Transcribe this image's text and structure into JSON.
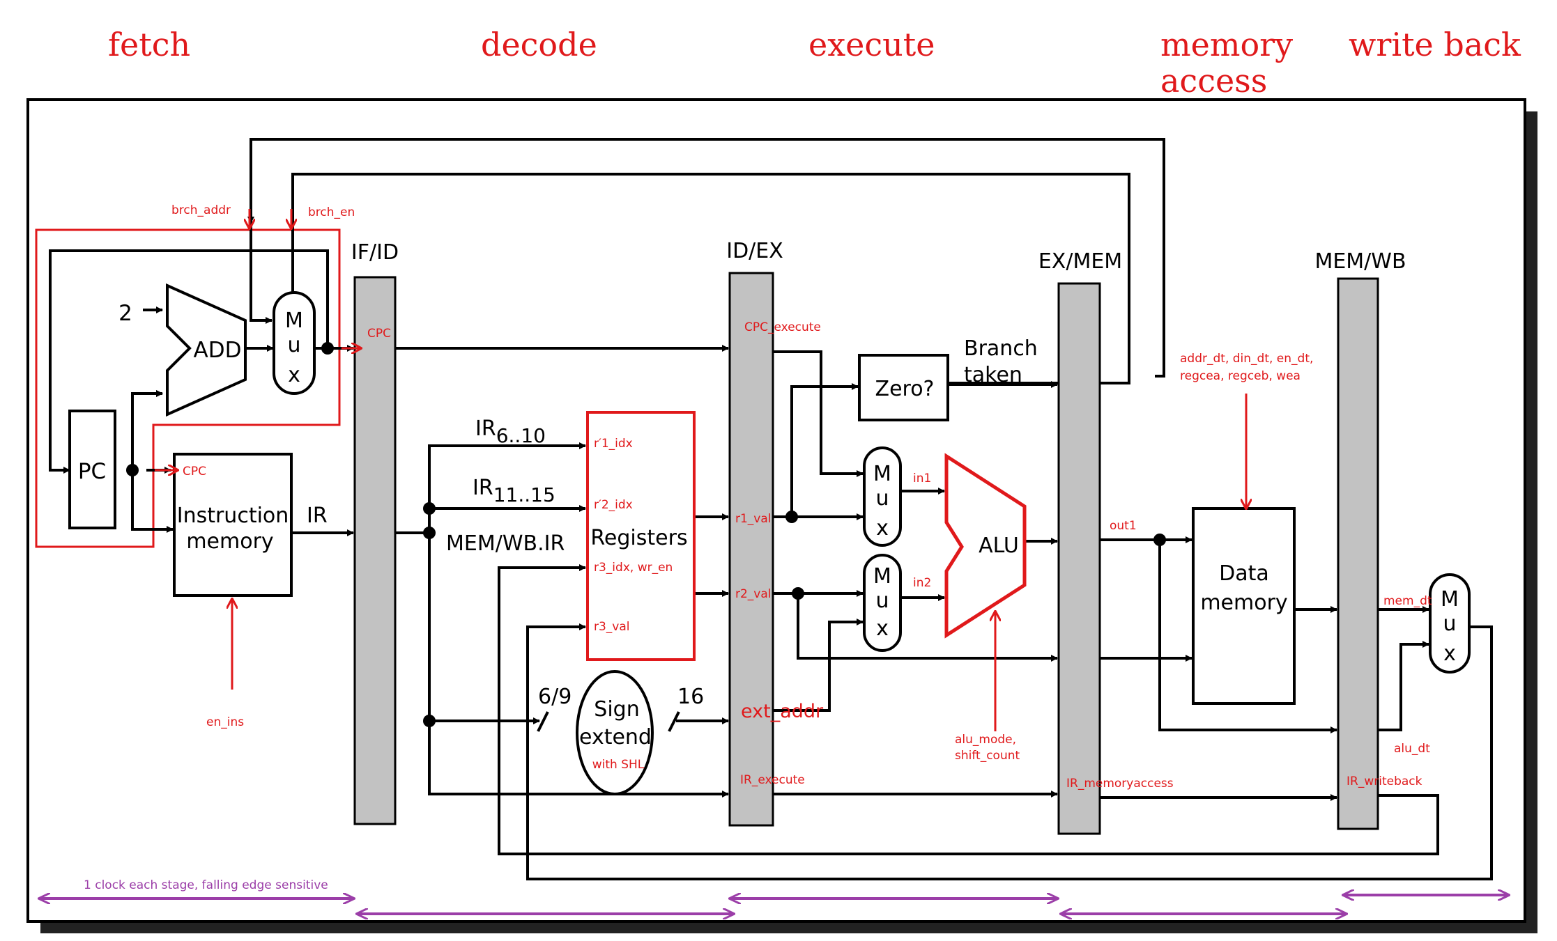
{
  "stages": [
    "fetch",
    "decode",
    "execute",
    "memory",
    "access",
    "write back"
  ],
  "pipeline_registers": [
    "IF/ID",
    "ID/EX",
    "EX/MEM",
    "MEM/WB"
  ],
  "blocks": {
    "add": "ADD",
    "add_input": "2",
    "pc": "PC",
    "mux_letters": [
      "M",
      "u",
      "x"
    ],
    "instr_mem": [
      "Instruction",
      "memory"
    ],
    "registers": "Registers",
    "zero": "Zero?",
    "alu": "ALU",
    "data_mem": [
      "Data",
      "memory"
    ],
    "sign_extend": [
      "Sign",
      "extend"
    ],
    "sign_extend_note": "with SHL"
  },
  "black_labels": {
    "ir": "IR",
    "ir_6_10": "IR",
    "ir_6_10_sub": "6..10",
    "ir_11_15": "IR",
    "ir_11_15_sub": "11..15",
    "memwb_ir": "MEM/WB.IR",
    "branch_taken": [
      "Branch",
      "taken"
    ],
    "width_in": "6/9",
    "width_out": "16"
  },
  "red_labels": {
    "brch_addr": "brch_addr",
    "brch_en": "brch_en",
    "cpc_ifid": "CPC",
    "cpc_imem": "CPC",
    "en_ins": "en_ins",
    "r1_idx": "r′1_idx",
    "r2_idx": "r′2_idx",
    "r3_idx": "r3_idx, wr_en",
    "r3_val": "r3_val",
    "cpc_execute": "CPC_execute",
    "r1_val": "r1_val",
    "r2_val": "r2_val",
    "ext_addr": "ext_addr",
    "ir_execute": "IR_execute",
    "in1": "in1",
    "in2": "in2",
    "alu_mode": [
      "alu_mode,",
      "shift_count"
    ],
    "out1": "out1",
    "ir_memoryaccess": "IR_memoryaccess",
    "dmem_signals": [
      "addr_dt, din_dt, en_dt,",
      "regcea, regceb, wea"
    ],
    "mem_dt": "mem_dt",
    "alu_dt": "alu_dt",
    "ir_writeback": "IR_writeback"
  },
  "clock_note": "1 clock each stage, falling edge sensitive",
  "colors": {
    "annotation": "#e0191b",
    "timing": "#9b3ea8",
    "register_fill": "#c2c2c2"
  }
}
